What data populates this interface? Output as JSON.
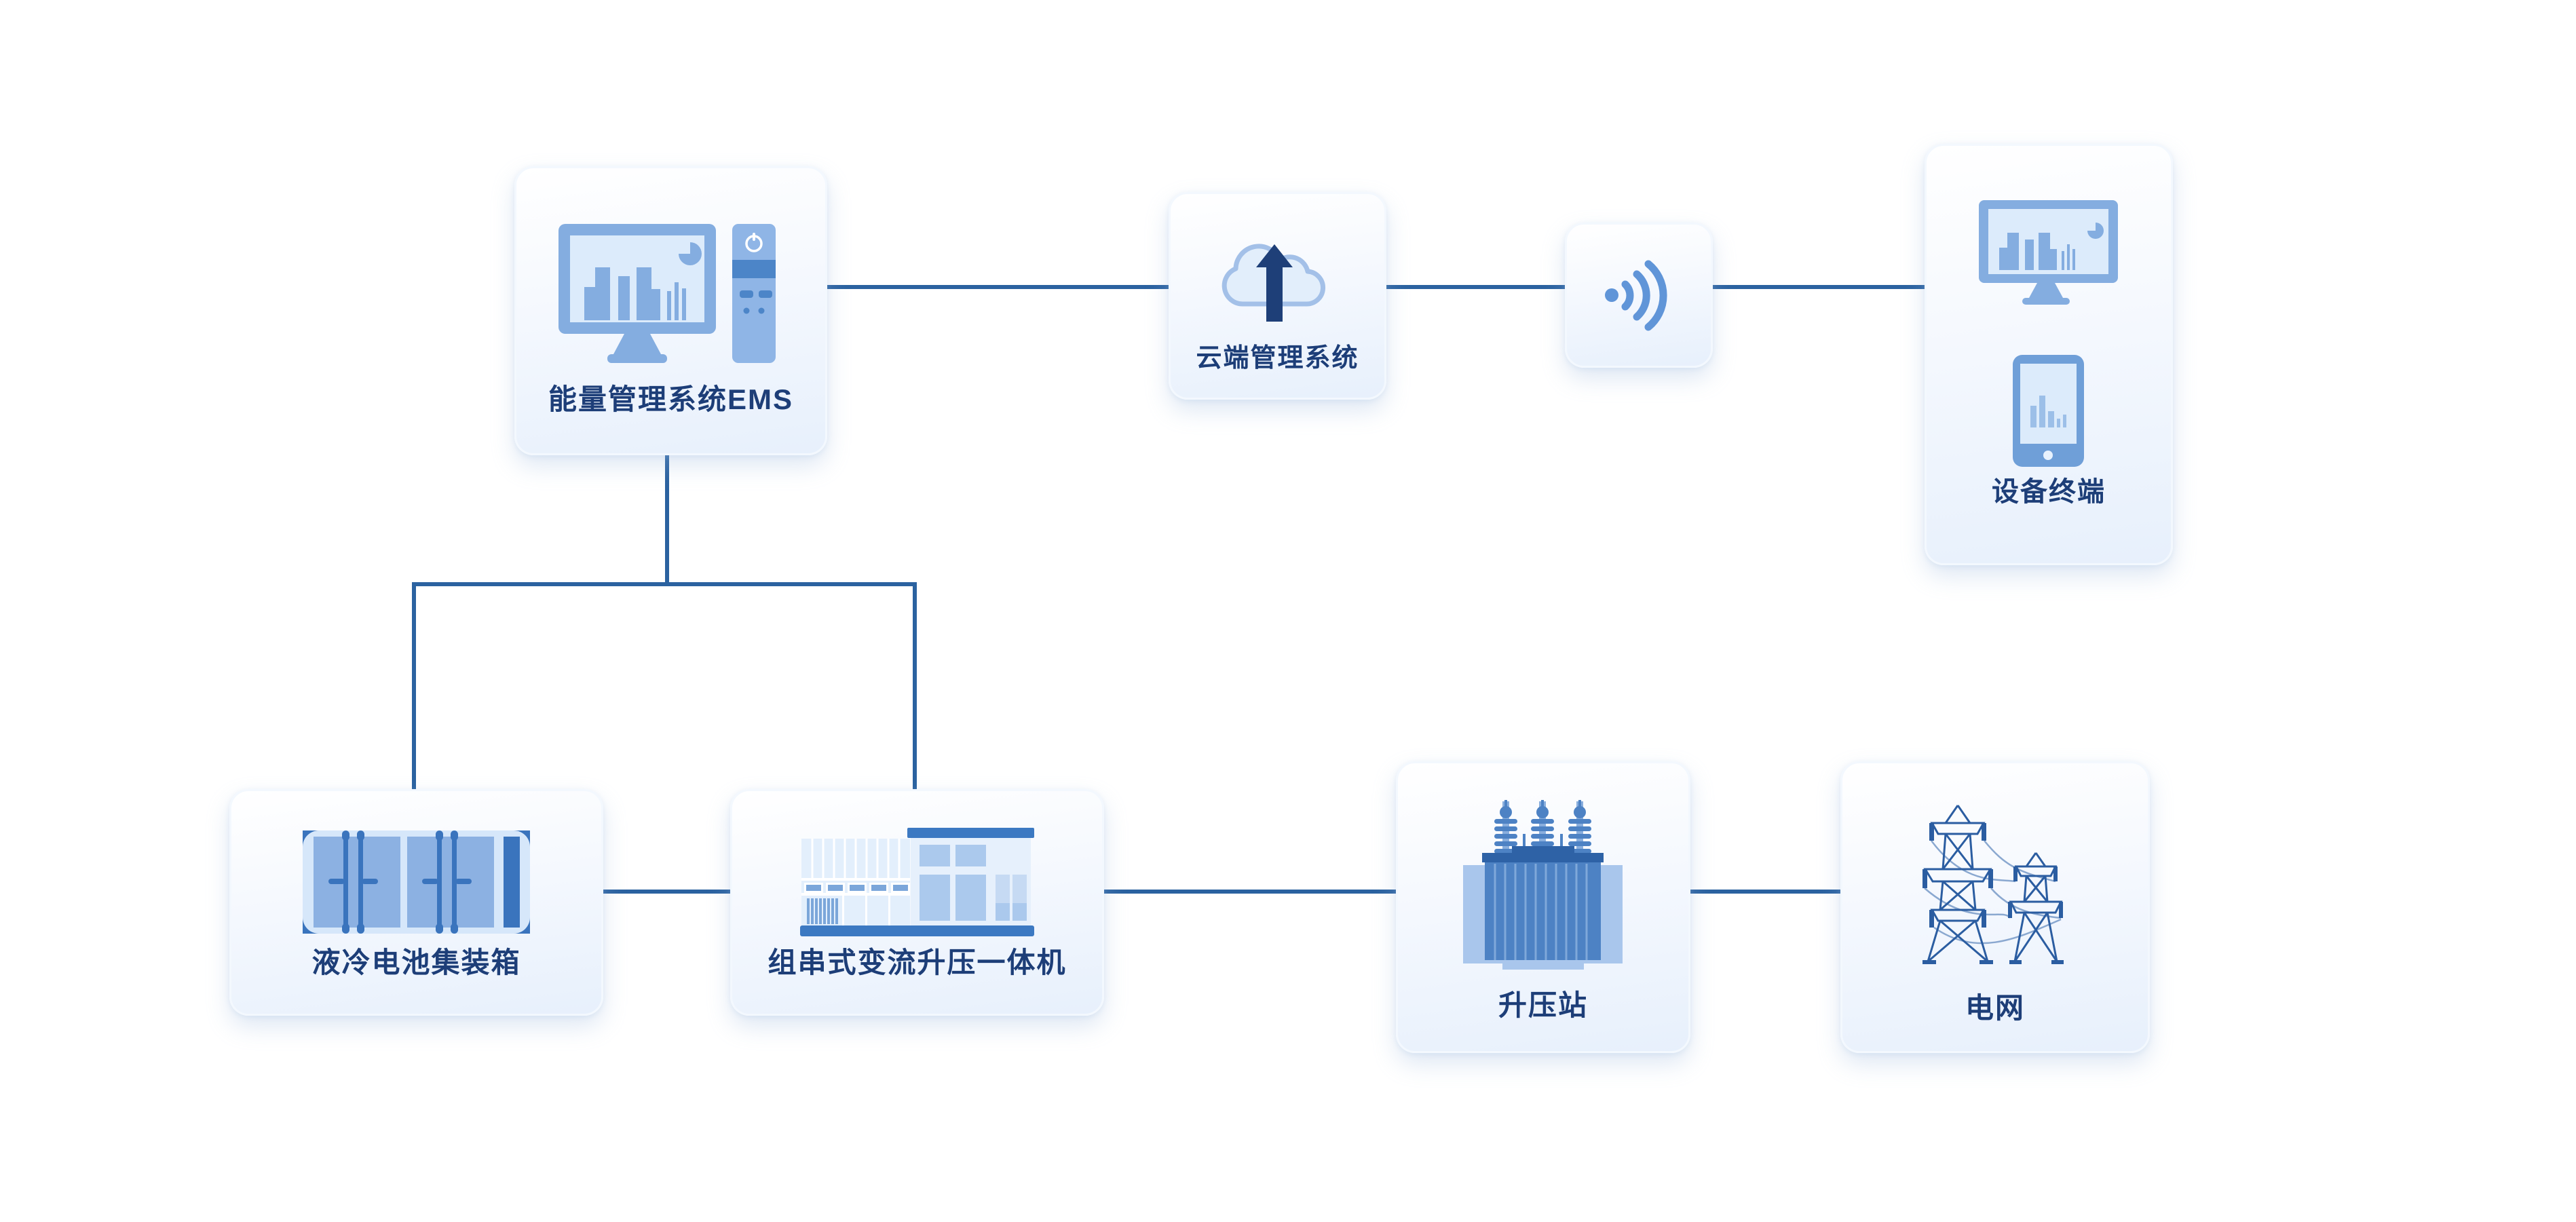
{
  "diagram": {
    "nodes": [
      {
        "id": "ems",
        "label": "能量管理系统EMS",
        "icon": "desktop-computer-icon"
      },
      {
        "id": "cloud",
        "label": "云端管理系统",
        "icon": "cloud-upload-icon"
      },
      {
        "id": "wireless",
        "label": "",
        "icon": "wireless-signal-icon"
      },
      {
        "id": "terminal",
        "label": "设备终端",
        "icon": "monitor-and-phone-icon"
      },
      {
        "id": "battery",
        "label": "液冷电池集装箱",
        "icon": "battery-container-icon"
      },
      {
        "id": "pcs",
        "label": "组串式变流升压一体机",
        "icon": "converter-container-icon"
      },
      {
        "id": "booster",
        "label": "升压站",
        "icon": "transformer-icon"
      },
      {
        "id": "grid",
        "label": "电网",
        "icon": "power-grid-icon"
      }
    ],
    "connections": [
      {
        "from": "ems",
        "to": "cloud"
      },
      {
        "from": "cloud",
        "to": "wireless"
      },
      {
        "from": "wireless",
        "to": "terminal"
      },
      {
        "from": "ems",
        "to": "battery"
      },
      {
        "from": "ems",
        "to": "pcs"
      },
      {
        "from": "battery",
        "to": "pcs"
      },
      {
        "from": "pcs",
        "to": "booster"
      },
      {
        "from": "booster",
        "to": "grid"
      }
    ],
    "colors": {
      "connector": "#2b62a0",
      "label_text": "#1d3e78",
      "card_gradient_top": "#ffffff",
      "card_gradient_bottom": "#e7f0fc",
      "icon_medium_blue": "#84ade0",
      "icon_accent_blue": "#4c85c8",
      "icon_light_blue": "#dcebfb",
      "icon_navy": "#1e3f78"
    }
  }
}
